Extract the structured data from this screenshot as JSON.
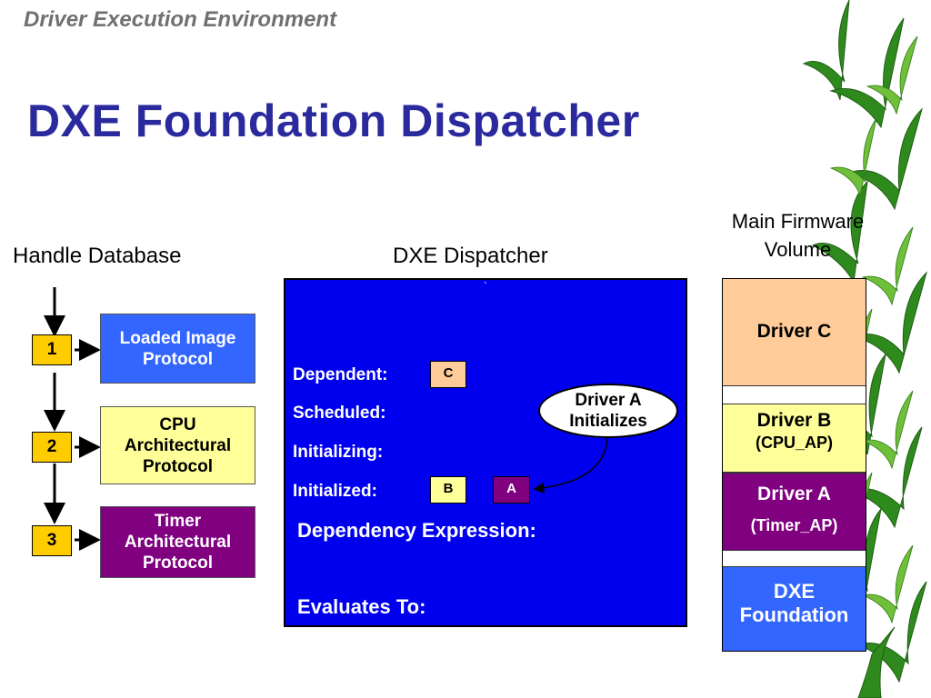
{
  "header": {
    "subtitle": "Driver Execution Environment",
    "title": "DXE Foundation Dispatcher"
  },
  "handle_database": {
    "heading": "Handle Database",
    "handles": [
      {
        "number": "1",
        "protocol_line1": "Loaded Image",
        "protocol_line2": "Protocol",
        "protocol_line3": "",
        "color": "#3366ff",
        "text_color": "#ffffff"
      },
      {
        "number": "2",
        "protocol_line1": "CPU",
        "protocol_line2": "Architectural",
        "protocol_line3": "Protocol",
        "color": "#ffff99",
        "text_color": "#000000"
      },
      {
        "number": "3",
        "protocol_line1": "Timer",
        "protocol_line2": "Architectural",
        "protocol_line3": "Protocol",
        "color": "#800080",
        "text_color": "#ffffff"
      }
    ]
  },
  "dispatcher": {
    "heading": "DXE Dispatcher",
    "tick": "`",
    "states": {
      "dependent": "Dependent:",
      "scheduled": "Scheduled:",
      "initializing": "Initializing:",
      "initialized": "Initialized:"
    },
    "chips": {
      "dependent_c": "C",
      "initialized_b": "B",
      "initialized_a": "A"
    },
    "dependency_expression": "Dependency Expression:",
    "evaluates_to": "Evaluates To:",
    "callout_line1": "Driver A",
    "callout_line2": "Initializes"
  },
  "firmware_volume": {
    "heading_line1": "Main Firmware",
    "heading_line2": "Volume",
    "driver_c": "Driver C",
    "driver_b": "Driver B",
    "driver_b_sub": "(CPU_AP)",
    "driver_a": "Driver A",
    "driver_a_sub": "(Timer_AP)",
    "dxe_foundation_line1": "DXE",
    "dxe_foundation_line2": "Foundation"
  },
  "colors": {
    "title": "#2a2a9e",
    "dispatcher_bg": "#0000ee",
    "driver_c": "#ffcc99",
    "driver_b": "#ffff99",
    "driver_a": "#800080",
    "dxe_foundation": "#3366ff",
    "handle_number": "#ffcc00"
  }
}
